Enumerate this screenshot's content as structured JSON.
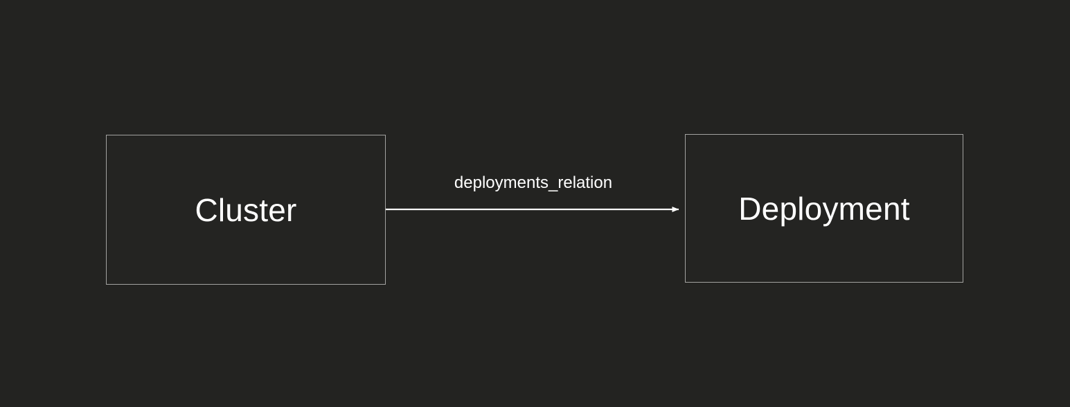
{
  "diagram": {
    "type": "entity-relationship",
    "background_color": "#232321",
    "node_fill_color": "#242422",
    "node_border_color": "#a3a3a1",
    "text_color": "#ffffff",
    "edge_color": "#ffffff",
    "nodes": [
      {
        "id": "cluster",
        "label": "Cluster"
      },
      {
        "id": "deployment",
        "label": "Deployment"
      }
    ],
    "edges": [
      {
        "id": "deployments_relation",
        "label": "deployments_relation",
        "source": "cluster",
        "target": "deployment",
        "direction": "forward",
        "arrowhead": "filled-triangle"
      }
    ]
  }
}
